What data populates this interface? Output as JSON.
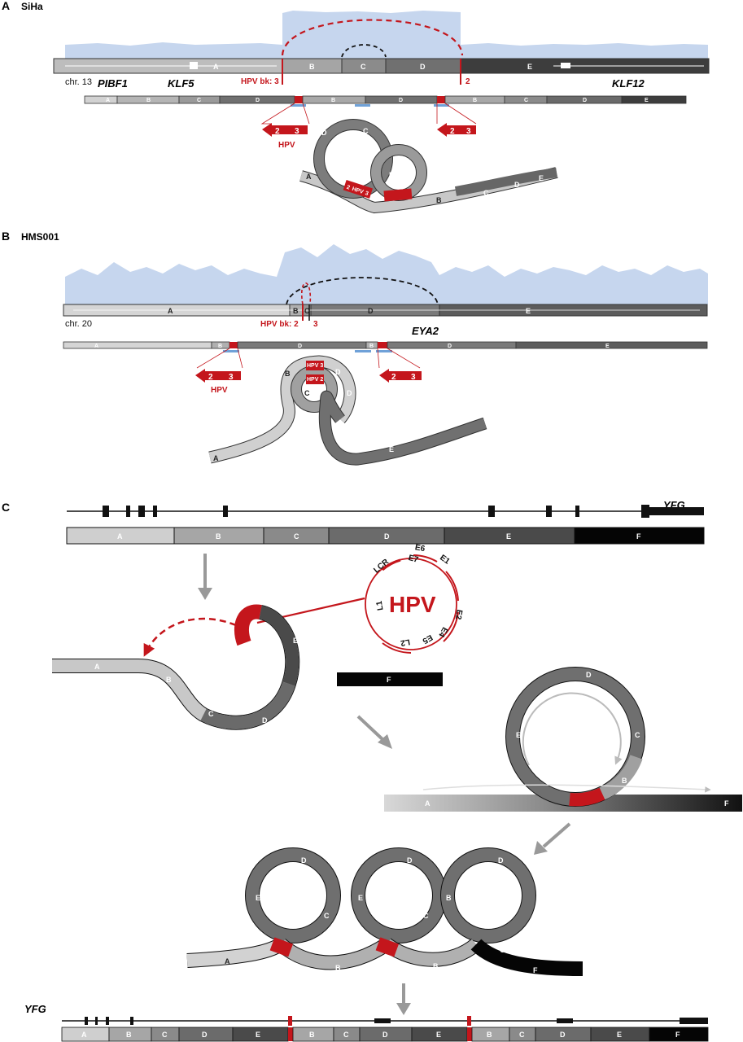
{
  "panel_a": {
    "panel_letter": "A",
    "sample": "SiHa",
    "chromosome": "chr. 13",
    "genes": [
      "PIBF1",
      "KLF5",
      "KLF12"
    ],
    "segments": [
      "A",
      "B",
      "C",
      "D",
      "E"
    ],
    "hpv_bk_left": "HPV bk: 3",
    "hpv_bk_right": "2",
    "hpv_label": "HPV",
    "arrow_left_nums": [
      "2",
      "3"
    ],
    "arrow_right_nums": [
      "2",
      "3"
    ],
    "strip_segments": [
      "A",
      "B",
      "C",
      "D",
      "B",
      "D",
      "B",
      "C",
      "D",
      "E"
    ],
    "loop_labels": [
      "A",
      "D",
      "C",
      "B",
      "B",
      "C",
      "D",
      "E"
    ],
    "loop_hpv": [
      "2",
      "HPV",
      "3"
    ]
  },
  "panel_b": {
    "panel_letter": "B",
    "sample": "HMS001",
    "chromosome": "chr. 20",
    "genes": [
      "EYA2"
    ],
    "segments": [
      "A",
      "B",
      "C",
      "D",
      "E"
    ],
    "hpv_bk_left": "HPV bk: 2",
    "hpv_bk_right": "3",
    "hpv_label": "HPV",
    "arrow_left_nums": [
      "2",
      "3"
    ],
    "arrow_right_nums": [
      "2",
      "3"
    ],
    "strip_segments": [
      "A",
      "B",
      "D",
      "B",
      "D",
      "E"
    ],
    "loop_labels": [
      "A",
      "B",
      "C",
      "D",
      "D",
      "E"
    ],
    "loop_hpv": [
      "HPV 3",
      "HPV 2"
    ]
  },
  "panel_c": {
    "panel_letter": "C",
    "gene": "YFG",
    "segments": [
      "A",
      "B",
      "C",
      "D",
      "E",
      "F"
    ],
    "hpv_label": "HPV",
    "hpv_genes": [
      "LCR",
      "E6",
      "E7",
      "E1",
      "E2",
      "E4",
      "E5",
      "L2",
      "L1"
    ],
    "step1_labels": [
      "A",
      "B",
      "C",
      "D",
      "E"
    ],
    "step1_f": "F",
    "step2_labels": [
      "A",
      "B",
      "C",
      "D",
      "E",
      "F"
    ],
    "step3_labels": [
      "A",
      "B",
      "C",
      "D",
      "E",
      "B",
      "C",
      "D",
      "E",
      "B",
      "C",
      "D",
      "F"
    ],
    "bottom_gene": "YFG",
    "bottom_segments": [
      "A",
      "B",
      "C",
      "D",
      "E",
      "B",
      "C",
      "D",
      "E",
      "B",
      "C",
      "D",
      "E",
      "F"
    ]
  },
  "colors": {
    "hpv_red": "#c4161c",
    "coverage_blue": "#c6d6ee",
    "marker_blue": "#6fa1d8",
    "seg_A": "#d2d2d2",
    "seg_B": "#a8a8a8",
    "seg_C": "#8c8c8c",
    "seg_D": "#6e6e6e",
    "seg_E": "#444444",
    "seg_F": "#000000"
  }
}
